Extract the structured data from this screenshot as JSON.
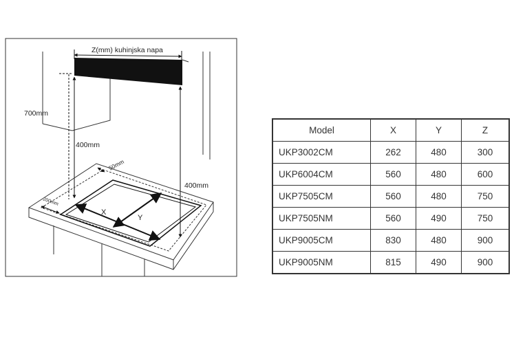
{
  "diagram": {
    "labels": {
      "hood_width": "Z(mm) kuhinjska napa",
      "cabinet_height": "700mm",
      "hood_clearance": "400mm",
      "right_clearance": "400mm",
      "rear_gap": "50mm",
      "front_gap": "200mm",
      "axis_x": "X",
      "axis_y": "Y"
    }
  },
  "table": {
    "headers": [
      "Model",
      "X",
      "Y",
      "Z"
    ],
    "rows": [
      [
        "UKP3002CM",
        "262",
        "480",
        "300"
      ],
      [
        "UKP6004CM",
        "560",
        "480",
        "600"
      ],
      [
        "UKP7505CM",
        "560",
        "480",
        "750"
      ],
      [
        "UKP7505NM",
        "560",
        "490",
        "750"
      ],
      [
        "UKP9005CM",
        "830",
        "480",
        "900"
      ],
      [
        "UKP9005NM",
        "815",
        "490",
        "900"
      ]
    ]
  }
}
